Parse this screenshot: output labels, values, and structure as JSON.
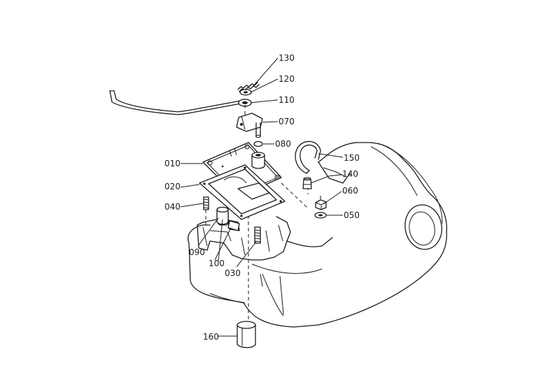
{
  "callouts": [
    {
      "id": "130",
      "text": "130"
    },
    {
      "id": "120",
      "text": "120"
    },
    {
      "id": "110",
      "text": "110"
    },
    {
      "id": "070",
      "text": "070"
    },
    {
      "id": "080",
      "text": "080"
    },
    {
      "id": "150",
      "text": "150"
    },
    {
      "id": "140",
      "text": "140"
    },
    {
      "id": "010",
      "text": "010"
    },
    {
      "id": "020",
      "text": "020"
    },
    {
      "id": "040",
      "text": "040"
    },
    {
      "id": "060",
      "text": "060"
    },
    {
      "id": "050",
      "text": "050"
    },
    {
      "id": "090",
      "text": "090"
    },
    {
      "id": "100",
      "text": "100"
    },
    {
      "id": "030",
      "text": "030"
    },
    {
      "id": "160",
      "text": "160"
    }
  ]
}
